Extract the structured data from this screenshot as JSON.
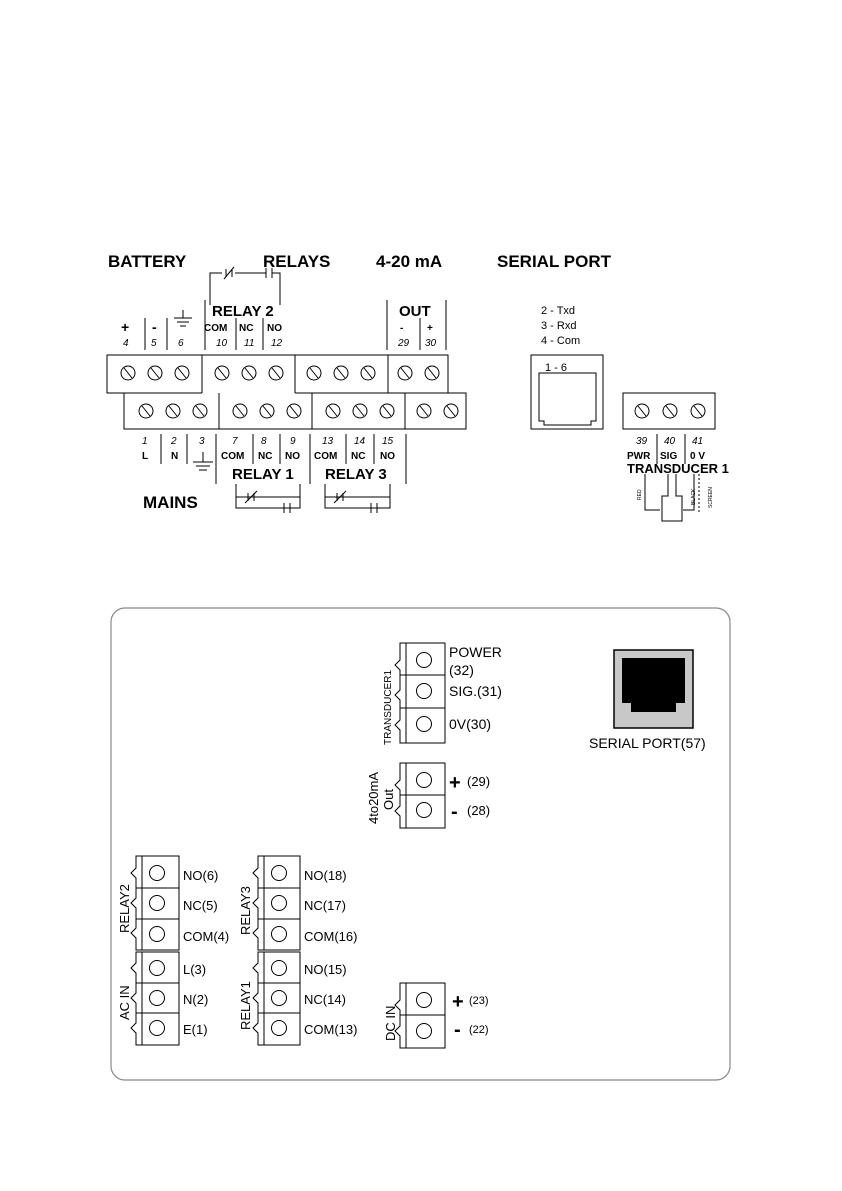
{
  "top": {
    "headers": {
      "battery": "BATTERY",
      "relays": "RELAYS",
      "ma": "4-20 mA",
      "serial": "SERIAL PORT",
      "mains": "MAINS"
    },
    "relay2_title": "RELAY 2",
    "out_title": "OUT",
    "upper_terminals": [
      {
        "num": "4",
        "label": "+"
      },
      {
        "num": "5",
        "label": "-"
      },
      {
        "num": "6",
        "label": ""
      },
      {
        "num": "10",
        "label": "COM"
      },
      {
        "num": "11",
        "label": "NC"
      },
      {
        "num": "12",
        "label": "NO"
      },
      {
        "num": "29",
        "label": "-"
      },
      {
        "num": "30",
        "label": "+"
      }
    ],
    "lower_terminals": [
      {
        "num": "1",
        "label": "L"
      },
      {
        "num": "2",
        "label": "N"
      },
      {
        "num": "3",
        "label": ""
      },
      {
        "num": "7",
        "label": "COM"
      },
      {
        "num": "8",
        "label": "NC"
      },
      {
        "num": "9",
        "label": "NO"
      },
      {
        "num": "13",
        "label": "COM"
      },
      {
        "num": "14",
        "label": "NC"
      },
      {
        "num": "15",
        "label": "NO"
      }
    ],
    "relay1_title": "RELAY 1",
    "relay3_title": "RELAY 3",
    "serial_pins": [
      "2 - Txd",
      "3 - Rxd",
      "4 - Com"
    ],
    "serial_connector": "1   -   6",
    "transducer_terminals": [
      {
        "num": "39",
        "label": "PWR"
      },
      {
        "num": "40",
        "label": "SIG"
      },
      {
        "num": "41",
        "label": "0 V"
      }
    ],
    "transducer_title": "TRANSDUCER  1",
    "wire_labels": [
      "RED",
      "BLACK",
      "SCREEN"
    ]
  },
  "panel": {
    "transducer_label": "TRANSDUCER1",
    "transducer_pins": [
      "POWER",
      "(32)",
      "SIG.(31)",
      "0V(30)"
    ],
    "serial_label": "SERIAL PORT(57)",
    "ma_label_1": "4to20mA",
    "ma_label_2": "Out",
    "ma_pins": [
      {
        "sign": "+",
        "code": "(29)"
      },
      {
        "sign": "-",
        "code": "(28)"
      }
    ],
    "relay2_label": "RELAY2",
    "relay2_pins": [
      "NO(6)",
      "NC(5)",
      "COM(4)"
    ],
    "relay3_label": "RELAY3",
    "relay3_pins": [
      "NO(18)",
      "NC(17)",
      "COM(16)"
    ],
    "acin_label": "AC IN",
    "acin_pins": [
      "L(3)",
      "N(2)",
      "E(1)"
    ],
    "relay1_label": "RELAY1",
    "relay1_pins": [
      "NO(15)",
      "NC(14)",
      "COM(13)"
    ],
    "dcin_label": "DC IN",
    "dcin_pins": [
      {
        "sign": "+",
        "code": "(23)"
      },
      {
        "sign": "-",
        "code": "(22)"
      }
    ]
  }
}
